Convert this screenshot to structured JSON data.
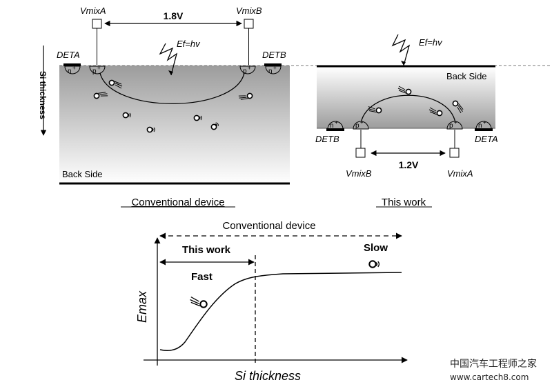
{
  "conventional": {
    "vmix_a": "VmixA",
    "vmix_b": "VmixB",
    "voltage": "1.8V",
    "photon": "Ef=hv",
    "det_a": "DETA",
    "det_b": "DETB",
    "p_label": "p",
    "n_label": "n",
    "plus": "+",
    "si_thickness": "Si thickness",
    "back_side": "Back Side",
    "caption": "Conventional device"
  },
  "this_work": {
    "vmix_a": "VmixA",
    "vmix_b": "VmixB",
    "voltage": "1.2V",
    "photon": "Ef=hv",
    "det_a": "DETA",
    "det_b": "DETB",
    "p_label": "p",
    "n_label": "n",
    "plus": "+",
    "back_side": "Back Side",
    "caption": "This work"
  },
  "graph": {
    "conventional_label": "Conventional device",
    "this_work_label": "This work",
    "fast_label": "Fast",
    "slow_label": "Slow",
    "ylabel": "Emax",
    "xlabel": "Si thickness"
  },
  "watermark": {
    "line1": "中国汽车工程师之家",
    "line2": "www.cartech8.com"
  }
}
